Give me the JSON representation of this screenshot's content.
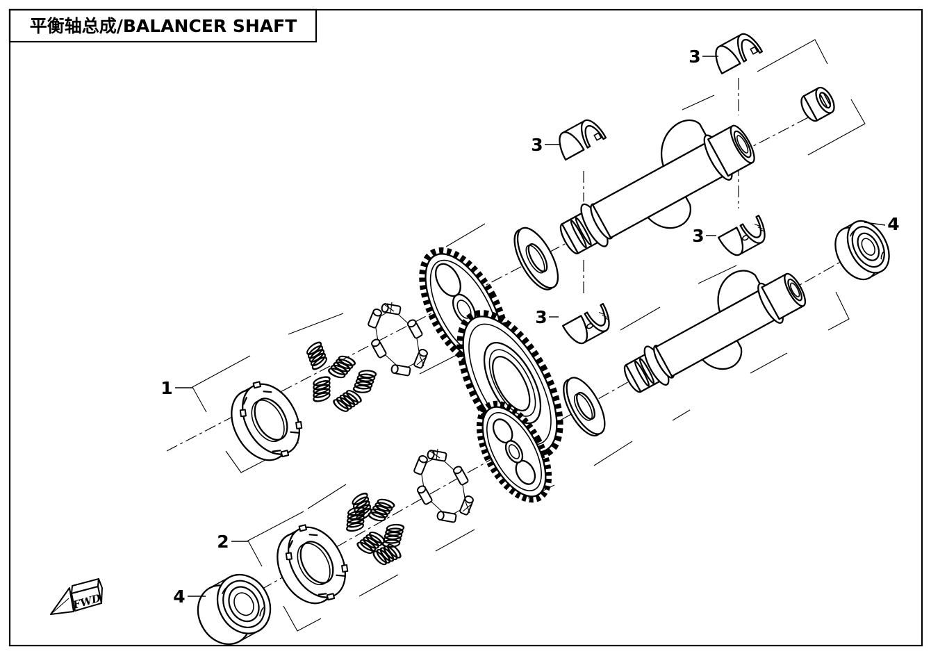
{
  "title": "平衡轴总成/BALANCER SHAFT",
  "fwd_label": "FWD",
  "callouts": {
    "ref1": "1",
    "ref2": "2",
    "ref3": "3",
    "ref4": "4"
  },
  "colors": {
    "background": "#ffffff",
    "line": "#000000"
  }
}
